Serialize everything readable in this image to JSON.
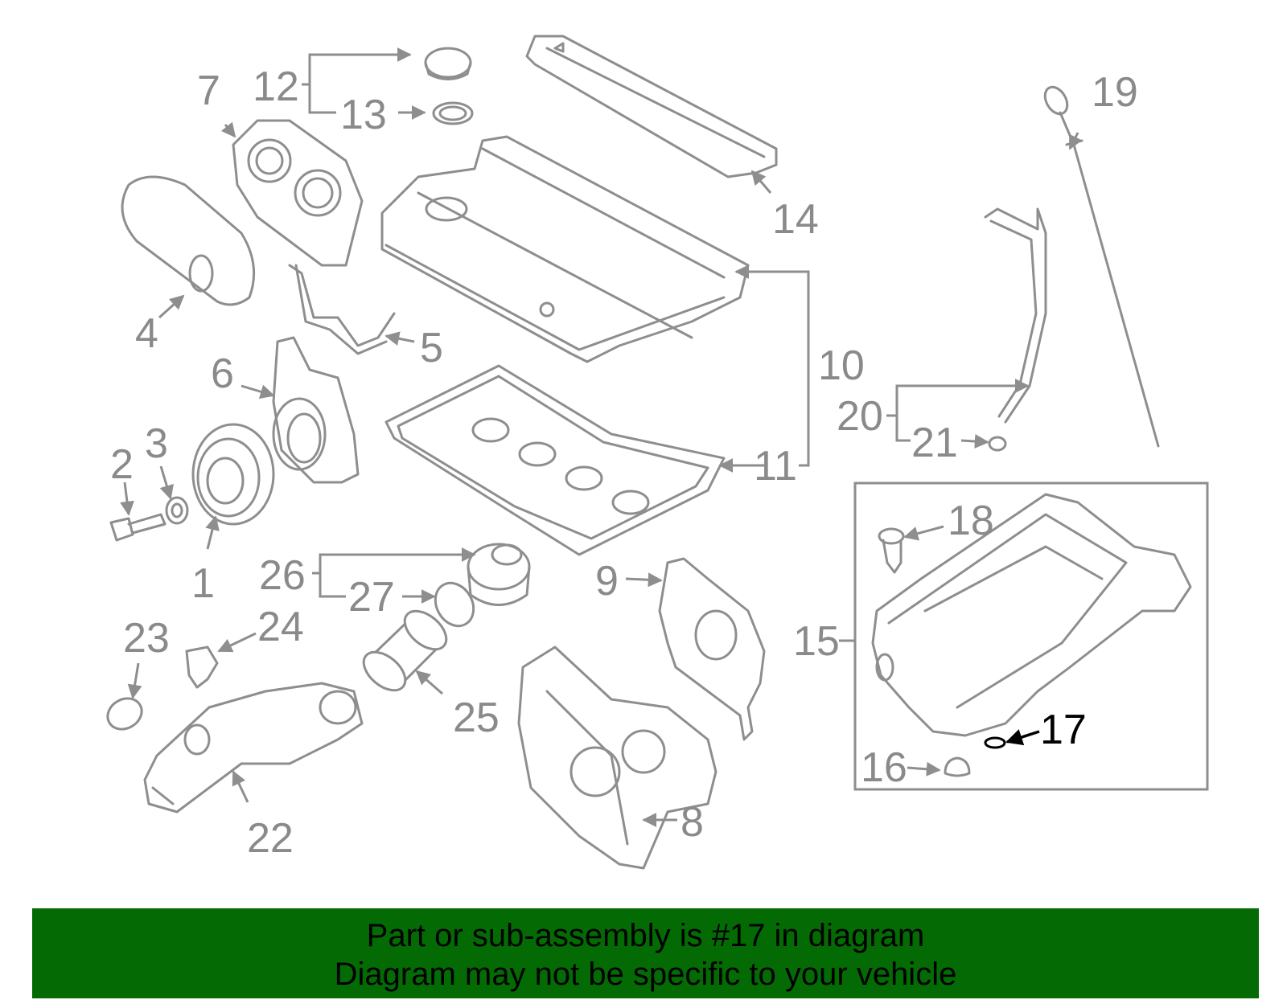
{
  "callouts": [
    {
      "id": "1",
      "label": "1"
    },
    {
      "id": "2",
      "label": "2"
    },
    {
      "id": "3",
      "label": "3"
    },
    {
      "id": "4",
      "label": "4"
    },
    {
      "id": "5",
      "label": "5"
    },
    {
      "id": "6",
      "label": "6"
    },
    {
      "id": "7",
      "label": "7"
    },
    {
      "id": "8",
      "label": "8"
    },
    {
      "id": "9",
      "label": "9"
    },
    {
      "id": "10",
      "label": "10"
    },
    {
      "id": "11",
      "label": "11"
    },
    {
      "id": "12",
      "label": "12"
    },
    {
      "id": "13",
      "label": "13"
    },
    {
      "id": "14",
      "label": "14"
    },
    {
      "id": "15",
      "label": "15"
    },
    {
      "id": "16",
      "label": "16"
    },
    {
      "id": "17",
      "label": "17"
    },
    {
      "id": "18",
      "label": "18"
    },
    {
      "id": "19",
      "label": "19"
    },
    {
      "id": "20",
      "label": "20"
    },
    {
      "id": "21",
      "label": "21"
    },
    {
      "id": "22",
      "label": "22"
    },
    {
      "id": "23",
      "label": "23"
    },
    {
      "id": "24",
      "label": "24"
    },
    {
      "id": "25",
      "label": "25"
    },
    {
      "id": "26",
      "label": "26"
    },
    {
      "id": "27",
      "label": "27"
    }
  ],
  "highlighted_part": "17",
  "colors": {
    "part_line": "#8e8e8e",
    "label": "#8a8a8a",
    "highlight": "#000000",
    "banner_bg": "#046b04"
  },
  "banner": {
    "line1": "Part or sub-assembly is #17 in diagram",
    "line2": "Diagram may not be specific to your vehicle"
  }
}
